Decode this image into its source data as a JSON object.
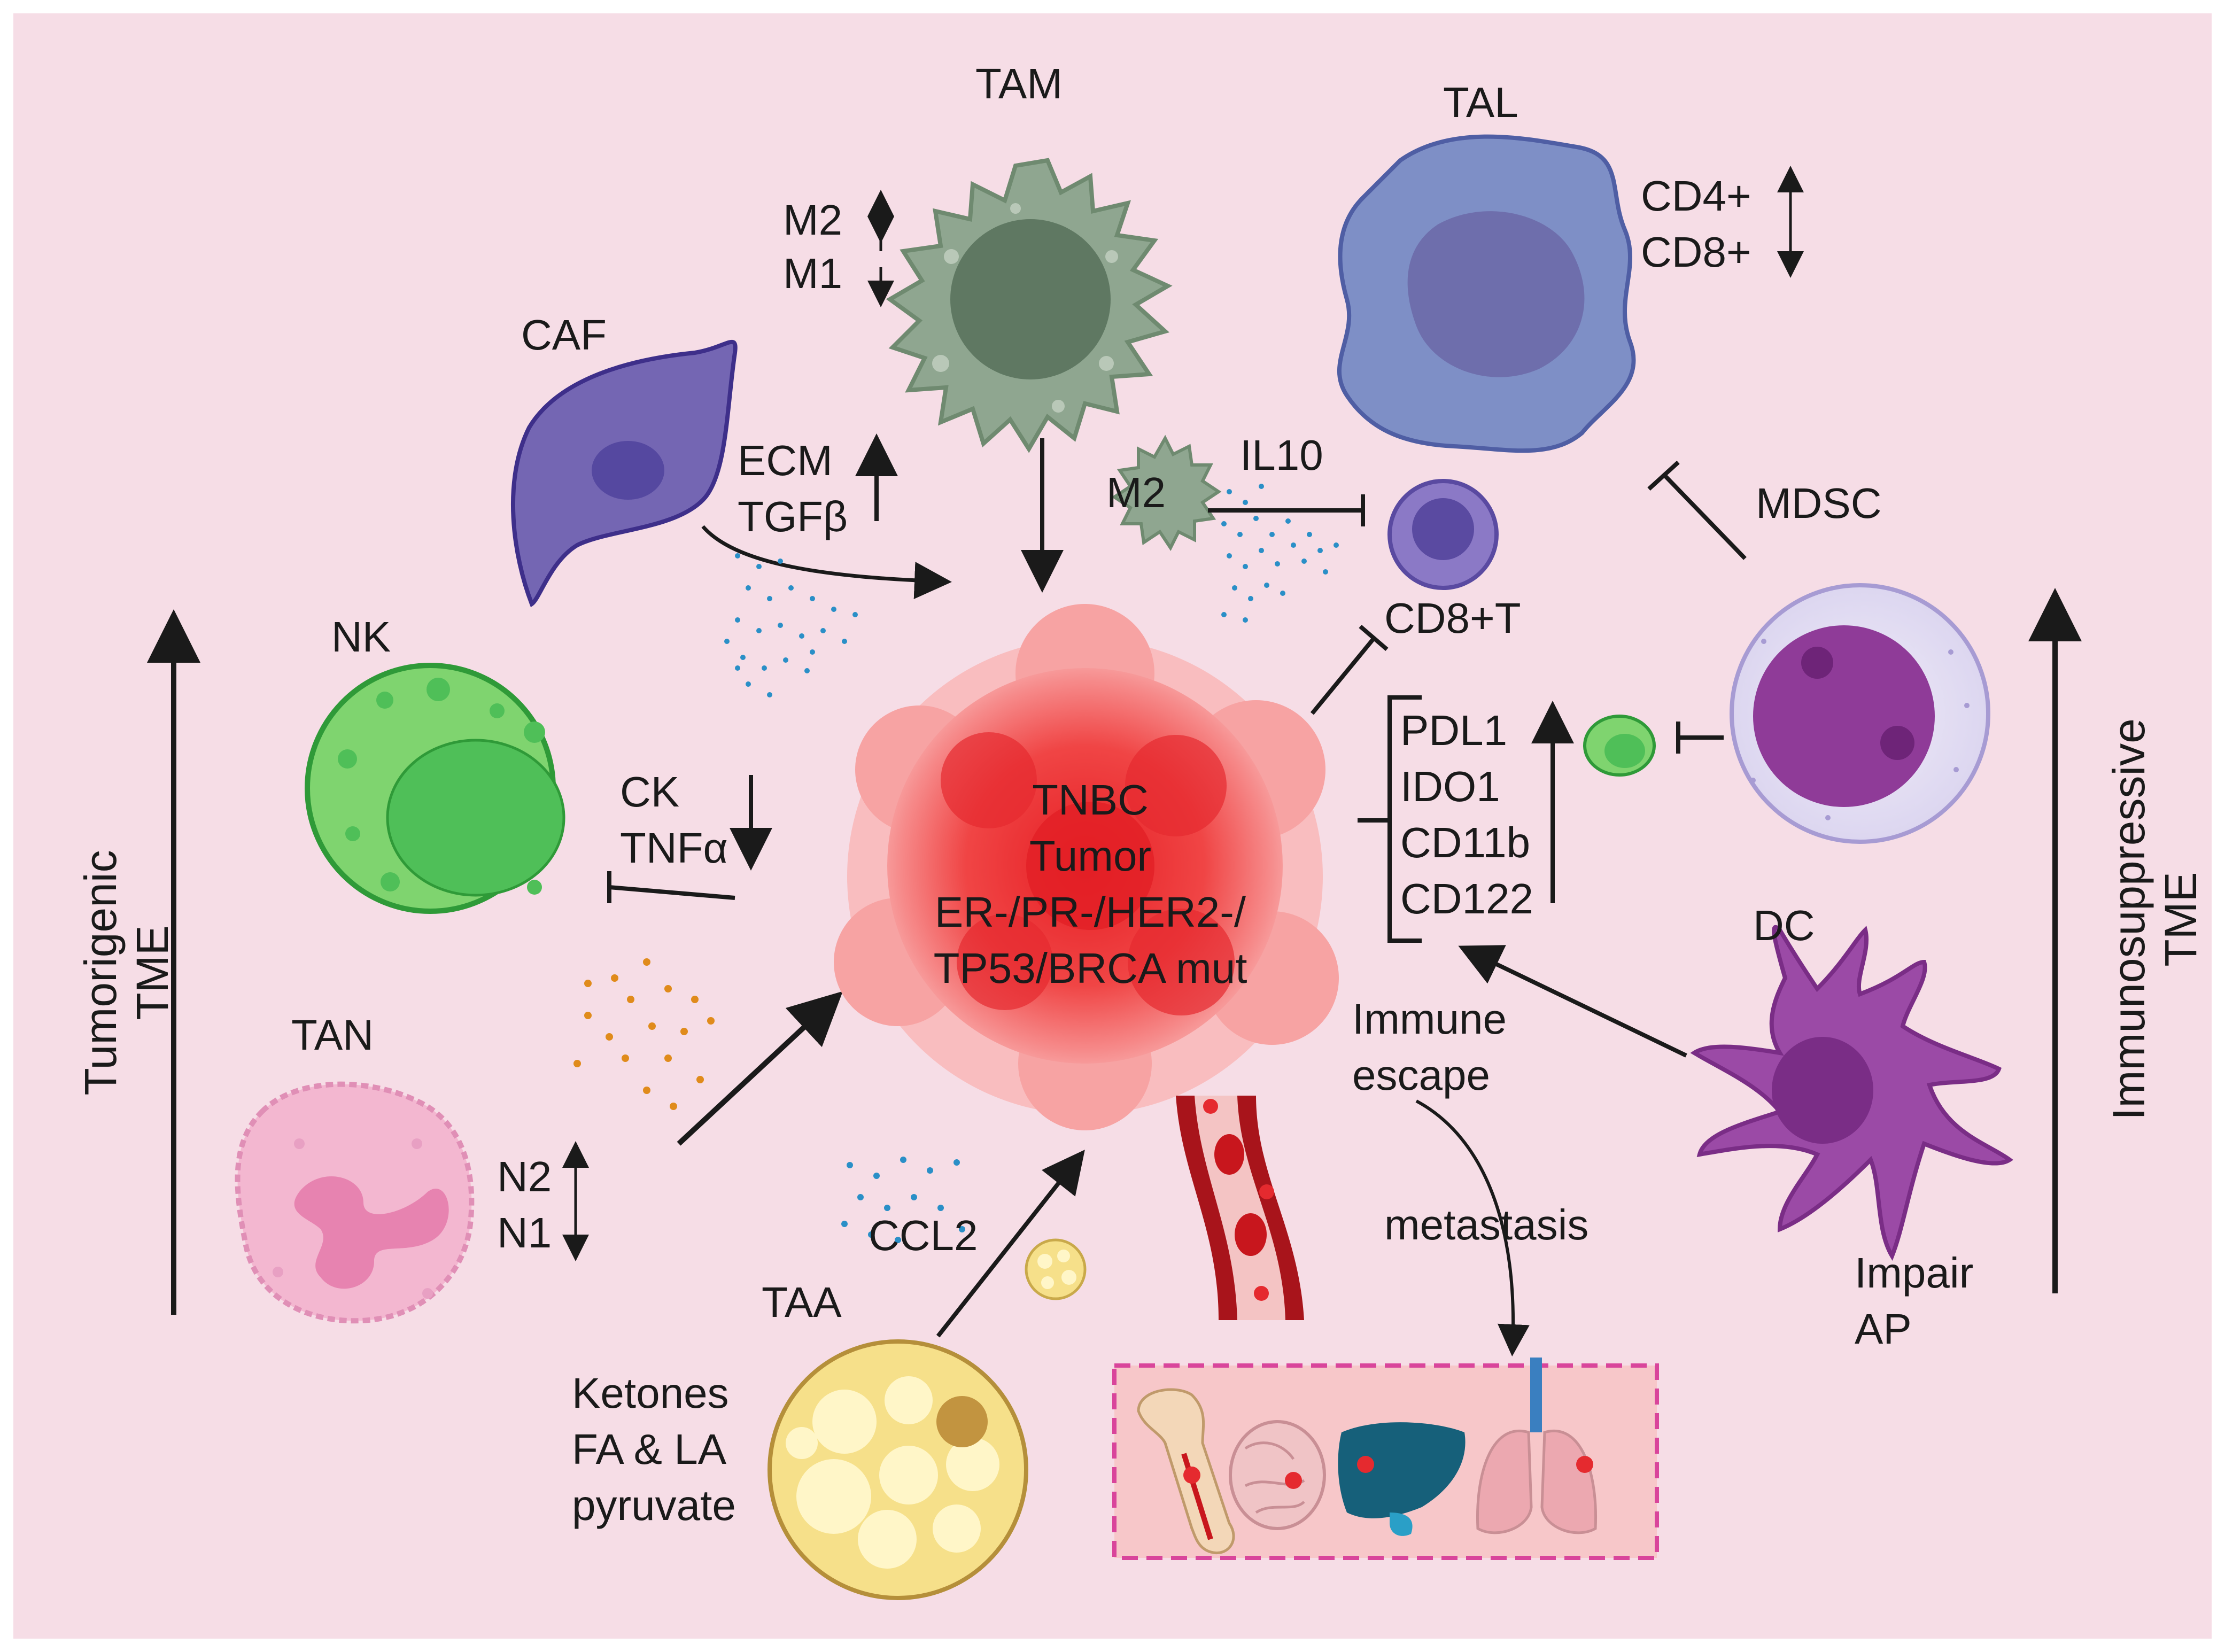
{
  "cells": {
    "tam": "TAM",
    "tal": "TAL",
    "caf": "CAF",
    "nk": "NK",
    "tan": "TAN",
    "taa": "TAA",
    "dc": "DC",
    "mdsc": "MDSC",
    "m2_small": "M2",
    "cd8t": "CD8+T"
  },
  "tam_markers": [
    "M2",
    "M1"
  ],
  "tal_markers": [
    "CD4+",
    "CD8+"
  ],
  "tan_markers": [
    "N2",
    "N1"
  ],
  "caf_factors": [
    "ECM",
    "TGFβ"
  ],
  "nk_factors": [
    "CK",
    "TNFα"
  ],
  "il10": "IL10",
  "tumor": [
    "TNBC",
    "Tumor",
    "ER-/PR-/HER2-/",
    "TP53/BRCA mut"
  ],
  "checkpoints": [
    "PDL1",
    "IDO1",
    "CD11b",
    "CD122"
  ],
  "immune_escape": [
    "Immune",
    "escape"
  ],
  "metastasis": "metastasis",
  "ccl2": "CCL2",
  "taa_factors": [
    "Ketones",
    "FA & LA",
    "pyruvate"
  ],
  "dc_note": [
    "Impair",
    "AP"
  ],
  "left_axis": [
    "Tumorigenic",
    "TME"
  ],
  "right_axis": [
    "Immunosuppressive",
    "TME"
  ],
  "colors": {
    "background": "#f6dde6",
    "tam": "#8fa690",
    "tal": "#7e8fc6",
    "caf": "#7466b3",
    "nk": "#7fd46f",
    "tan": "#f3b7d0",
    "mdsc": "#8f3b98",
    "dc": "#9b4aa6",
    "tumor": "#ee3b3b",
    "adipocyte": "#f6e08a"
  }
}
